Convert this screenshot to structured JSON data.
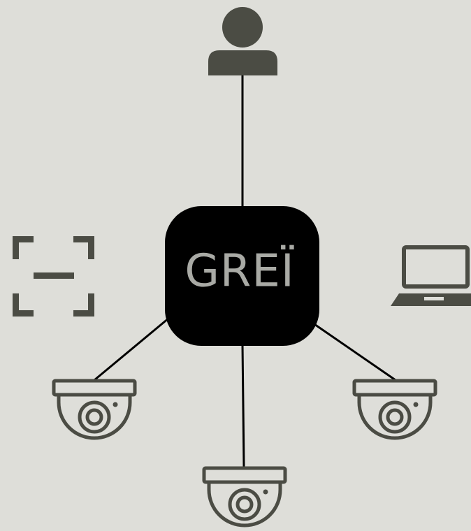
{
  "hub": {
    "label": "GREÏ"
  },
  "colors": {
    "background": "#deded9",
    "icon": "#4b4c44",
    "hub_fill": "#000000",
    "hub_text": "#a9aaa5",
    "connector": "#000000"
  },
  "nodes": [
    {
      "id": "user",
      "icon": "person-icon"
    },
    {
      "id": "scanner",
      "icon": "scan-frame-icon"
    },
    {
      "id": "laptop",
      "icon": "laptop-icon"
    },
    {
      "id": "camera-left",
      "icon": "dome-camera-icon"
    },
    {
      "id": "camera-bottom",
      "icon": "dome-camera-icon"
    },
    {
      "id": "camera-right",
      "icon": "dome-camera-icon"
    }
  ]
}
